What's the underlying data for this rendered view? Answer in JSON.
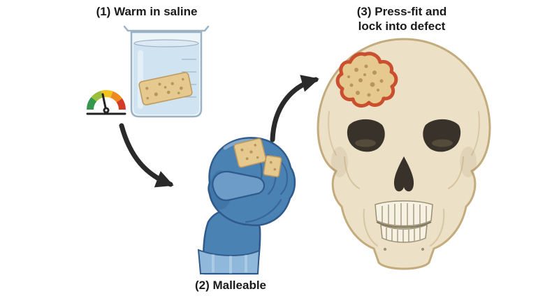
{
  "steps": {
    "step1": {
      "label": "(1) Warm in saline"
    },
    "step2": {
      "label": "(2) Malleable"
    },
    "step3": {
      "line1": "(3) Press-fit and",
      "line2": "lock into defect"
    }
  },
  "icons": {
    "gauge": "temperature-gauge-icon",
    "beaker": "beaker-icon",
    "scaffold": "porous-scaffold-icon",
    "arrow_1": "curved-arrow-icon",
    "arrow_2": "curved-arrow-icon",
    "hand": "gloved-fist-icon",
    "skull": "skull-icon"
  },
  "colors": {
    "text": "#1a1a1a",
    "arrow": "#2a2a2a",
    "scaffold_fill": "#e5c98f",
    "scaffold_pore": "#b08c4f",
    "scaffold_outline": "#c09a5e",
    "defect_ring": "#c94f2f",
    "saline": "#cfe4f0",
    "saline_surface": "#ddeaf4",
    "glass_fill": "#eef5f9",
    "glass_outline": "#9ab3c4",
    "glove": "#4b82b4",
    "glove_light": "#6e9cc9",
    "glove_cuff": "#8fb8da",
    "glove_outline": "#2f5a8c",
    "bone": "#ece1c6",
    "bone_outline": "#c3ab7d",
    "socket": "#38322a",
    "socket_inner": "#6b6148",
    "teeth": "#f6f1e3",
    "teeth_line": "#9a8f73",
    "gauge_green": "#35984d",
    "gauge_lime": "#9cbf3b",
    "gauge_yellow": "#f2c21d",
    "gauge_orange": "#ee8b20",
    "gauge_red": "#d33a27",
    "gauge_needle": "#222222"
  }
}
